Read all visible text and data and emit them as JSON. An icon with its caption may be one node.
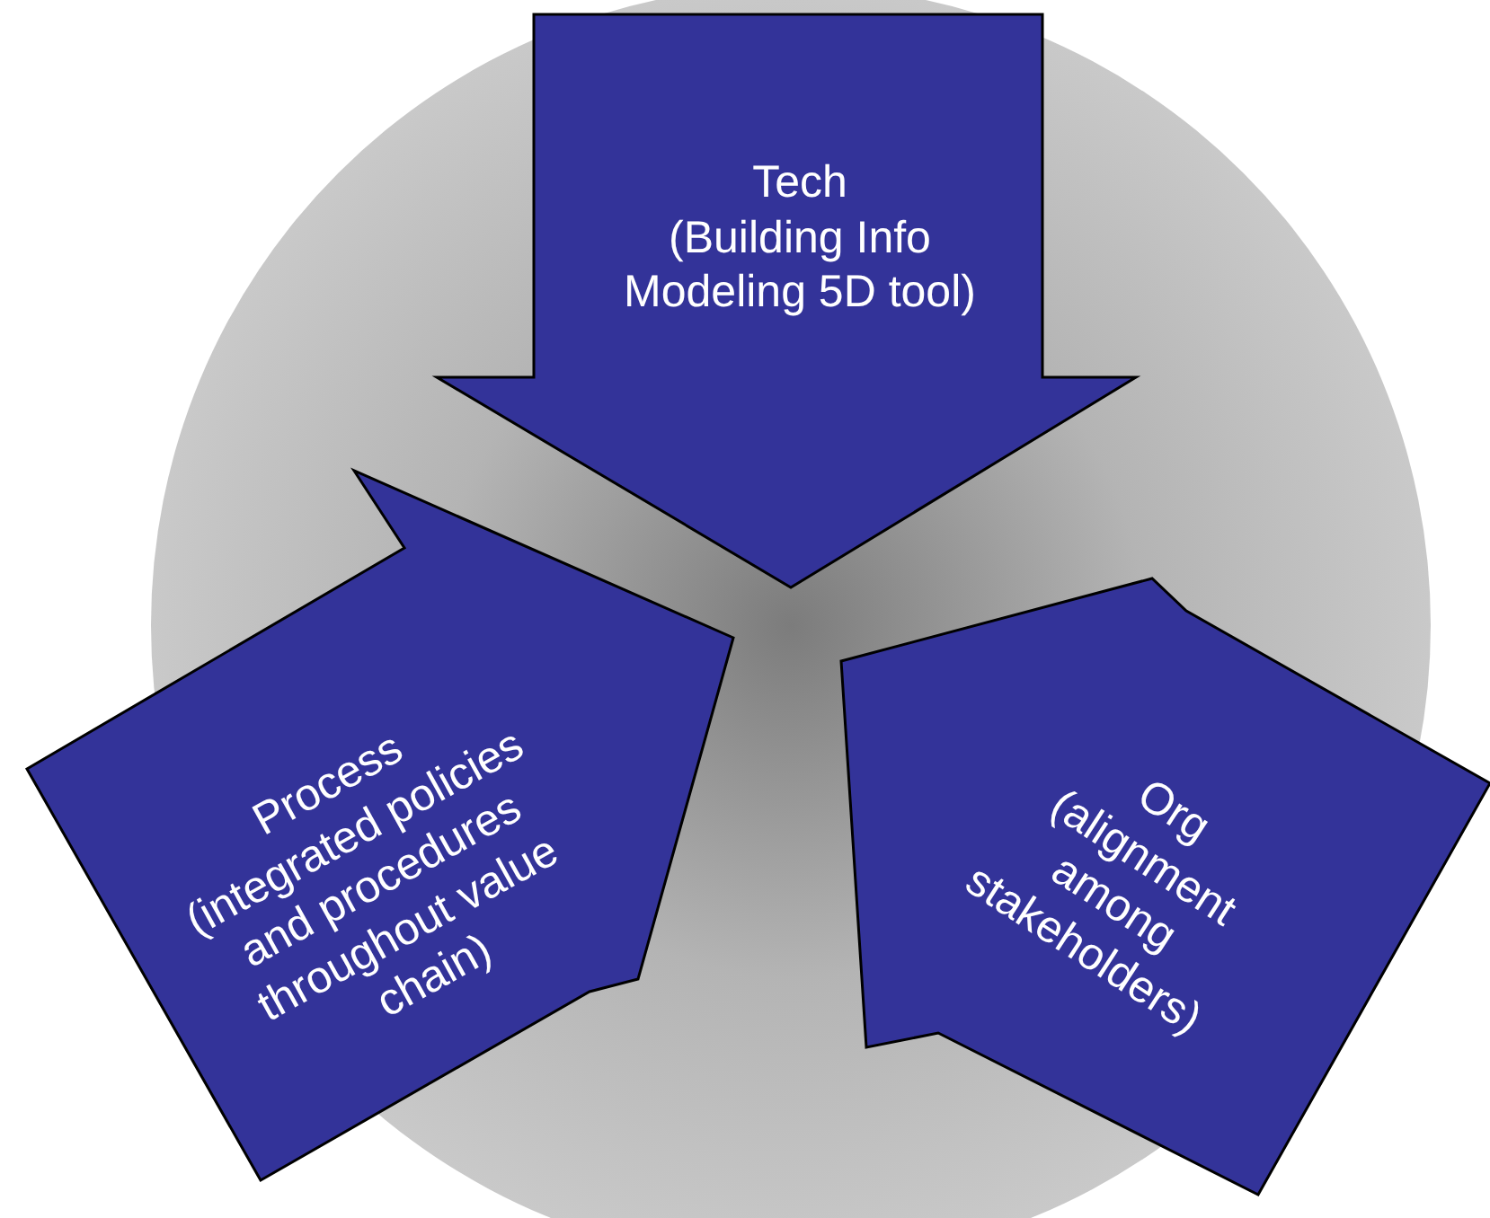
{
  "diagram": {
    "nodes": [
      {
        "text": [
          "Tech",
          "(Building Info Modeling 5D tool)"
        ]
      },
      {
        "text": [
          "Process",
          "(integrated policies and procedures throughout value chain)"
        ]
      },
      {
        "text": [
          "Org",
          "(alignment among stakeholders)"
        ]
      }
    ]
  }
}
